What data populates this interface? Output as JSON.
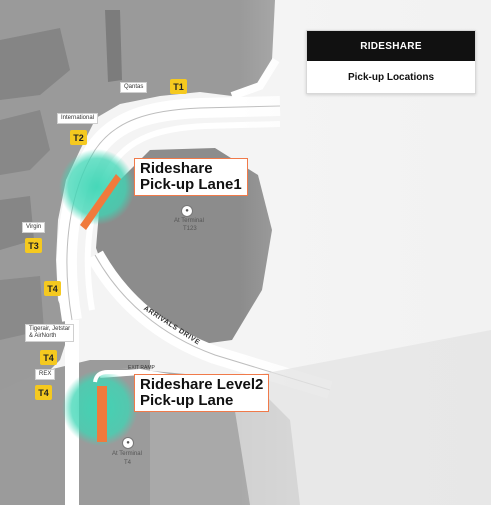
{
  "legend": {
    "title": "RIDESHARE",
    "subtitle": "Pick-up Locations"
  },
  "callouts": {
    "lane1": [
      "Rideshare",
      "Pick-up Lane1"
    ],
    "level2": [
      "Rideshare Level2",
      "Pick-up Lane"
    ]
  },
  "terminals": {
    "t1": "T1",
    "t2": "T2",
    "t3": "T3",
    "t4a": "T4",
    "t4b": "T4",
    "t4c": "T4"
  },
  "airlines": {
    "qantas": "Qantas",
    "international": "International",
    "virgin": "Virgin",
    "tigerair": [
      "Tigerair, Jetstar",
      "& AirNorth"
    ],
    "rex": "REX"
  },
  "markers": {
    "t123_top": "At Terminal",
    "t123_name": "T123",
    "t4_top": "At Terminal",
    "t4_name": "T4"
  },
  "roads": {
    "arrivals": "ARRIVALS DRIVE",
    "exit_ramp": "EXIT RAMP"
  },
  "colors": {
    "highlight": "#3dd6b5",
    "lane": "#f07a3c",
    "badge": "#f5c91f",
    "callout_border": "#f07a4a"
  }
}
